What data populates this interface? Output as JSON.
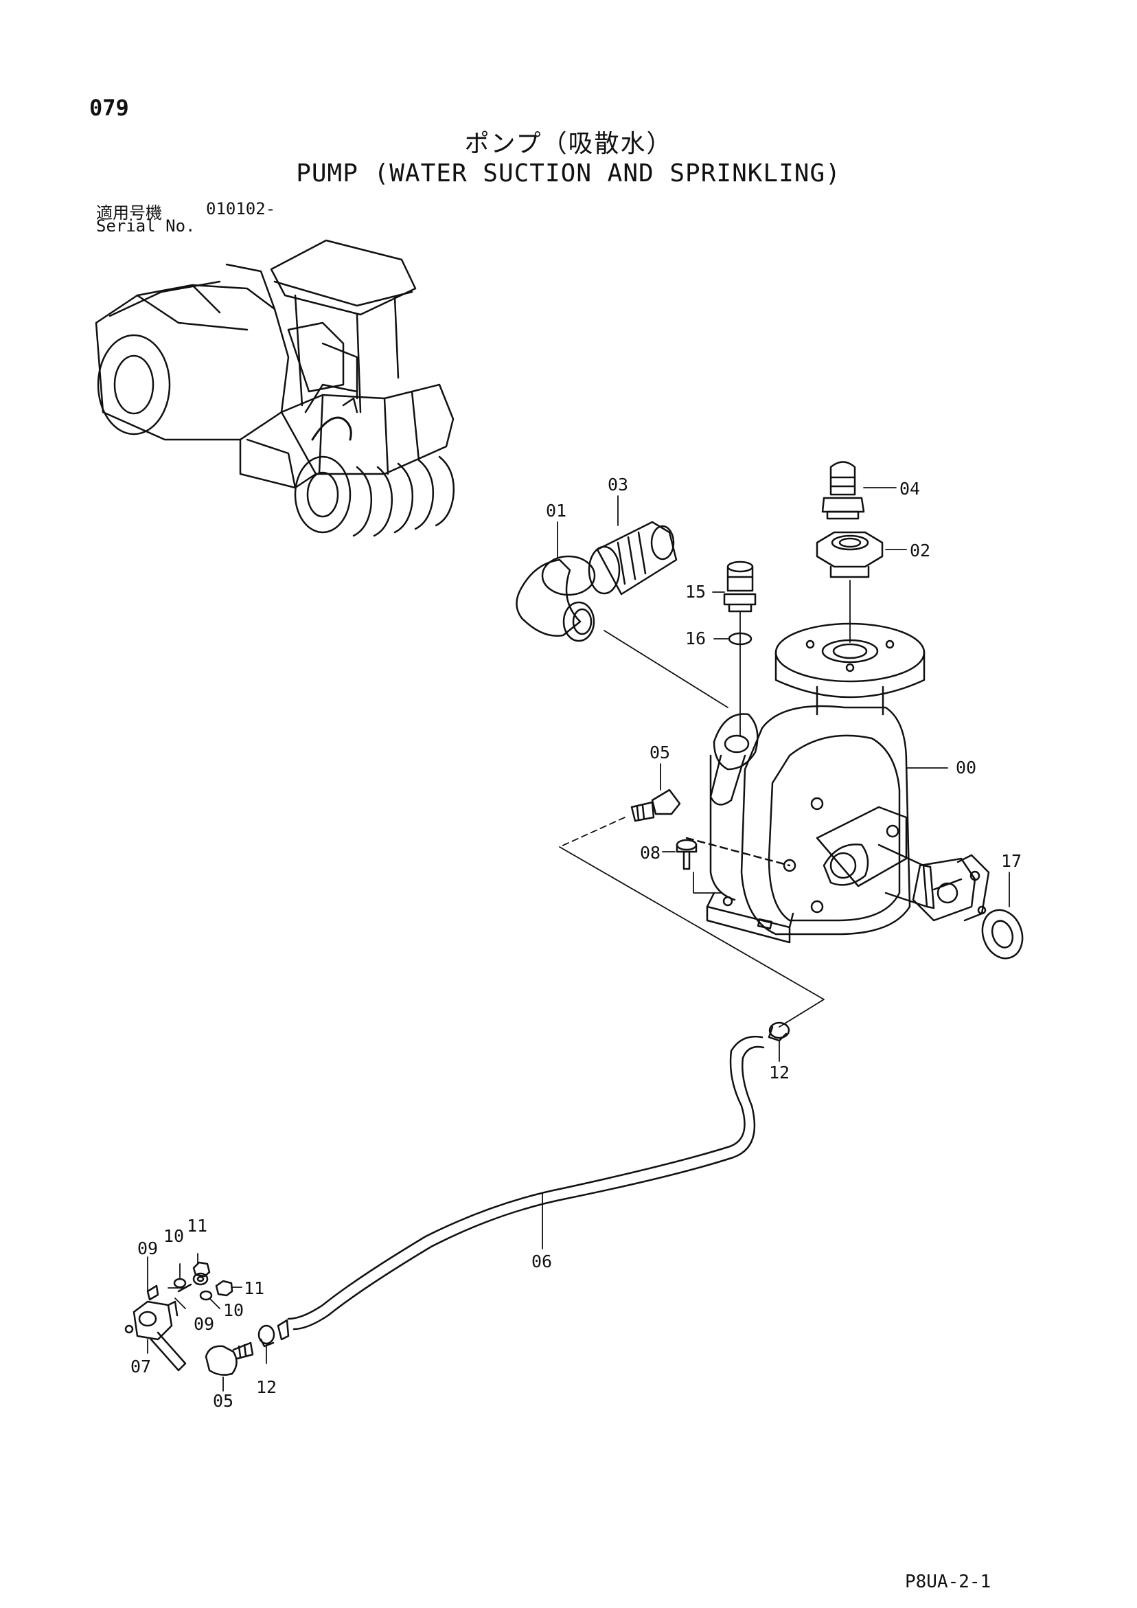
{
  "page": {
    "number": "079",
    "title_jp": "ポンプ（吸散水）",
    "title_en": "PUMP (WATER SUCTION AND SPRINKLING)",
    "serial_label_jp": "適用号機",
    "serial_value": "010102-",
    "serial_label_en": "Serial No.",
    "footer_code": "P8UA-2-1"
  },
  "callouts": {
    "c00": "00",
    "c01": "01",
    "c02": "02",
    "c03": "03",
    "c04": "04",
    "c05a": "05",
    "c05b": "05",
    "c06": "06",
    "c07": "07",
    "c08": "08",
    "c09a": "09",
    "c09b": "09",
    "c10a": "10",
    "c10b": "10",
    "c11a": "11",
    "c11b": "11",
    "c12a": "12",
    "c12b": "12",
    "c15": "15",
    "c16": "16",
    "c17": "17"
  }
}
